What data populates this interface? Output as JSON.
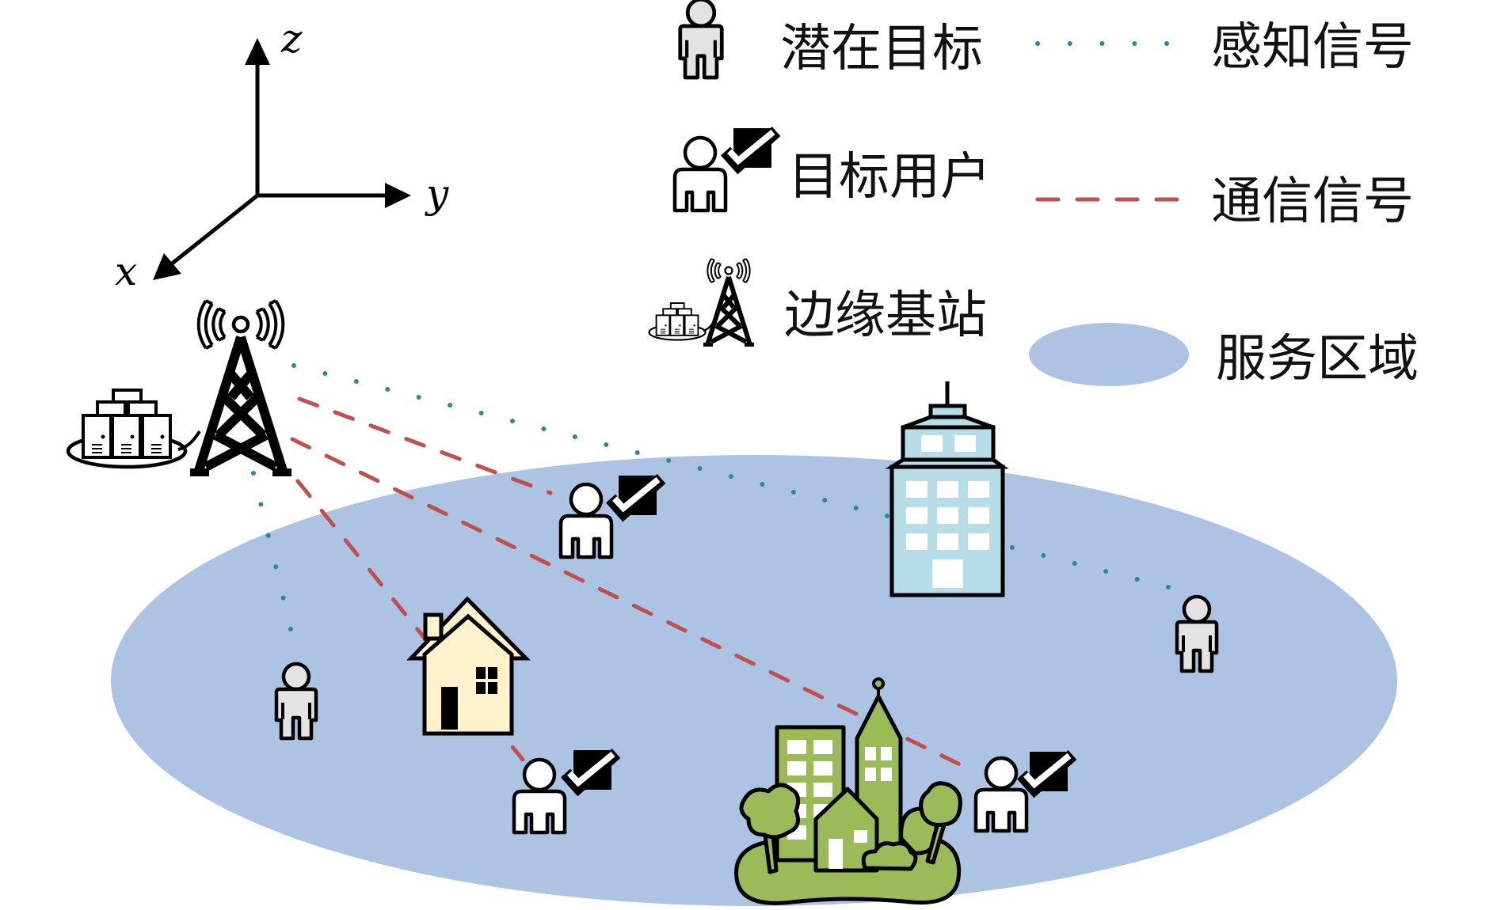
{
  "axes": {
    "x_label": "x",
    "y_label": "y",
    "z_label": "z"
  },
  "legend": {
    "potential_target": "潜在目标",
    "target_user": "目标用户",
    "edge_base_station": "边缘基站",
    "sensing_signal": "感知信号",
    "communication_signal": "通信信号",
    "service_area": "服务区域"
  },
  "colors": {
    "service_area": "#ADC3E4",
    "communication_signal": "#C0504D",
    "sensing_signal": "#31849B",
    "office_building": "#B7DDE8",
    "house": "#FFF2CC",
    "green_city": "#9BBB59",
    "potential_target_fill": "#E3E3E3"
  },
  "scene": {
    "target_users_count": 3,
    "potential_targets_count": 2,
    "base_stations_count": 1
  }
}
